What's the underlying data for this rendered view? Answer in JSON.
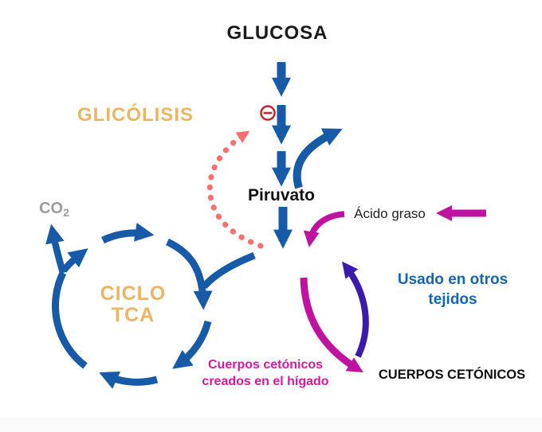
{
  "diagram": {
    "title": "GLUCOSA",
    "glycolysis_label": "GLICÓLISIS",
    "pyruvate_label": "Piruvato",
    "fatty_acid_label": "Ácido graso",
    "co2_label": "CO",
    "co2_subscript": "2",
    "tca_cycle": {
      "line1": "CICLO",
      "line2": "TCA"
    },
    "used_in_tissues": {
      "line1": "Usado en otros",
      "line2": "tejidos"
    },
    "ketone_bodies_label": "CUERPOS CETÓNICOS",
    "ketone_note": {
      "line1": "Cuerpos cetónicos",
      "line2": "creados en el hígado"
    },
    "colors": {
      "arrow_blue": "#165AA8",
      "magenta": "#C012A0",
      "purple": "#3A1BAE",
      "inhibition_pink": "#F87070",
      "inhibition_ring_red": "#C3252B",
      "gold": "#ECB565",
      "co2_gray": "#9C9C9C",
      "blue_text": "#1566B0",
      "magenta_text": "#D6199C",
      "title_black": "#1A1A1A"
    }
  }
}
